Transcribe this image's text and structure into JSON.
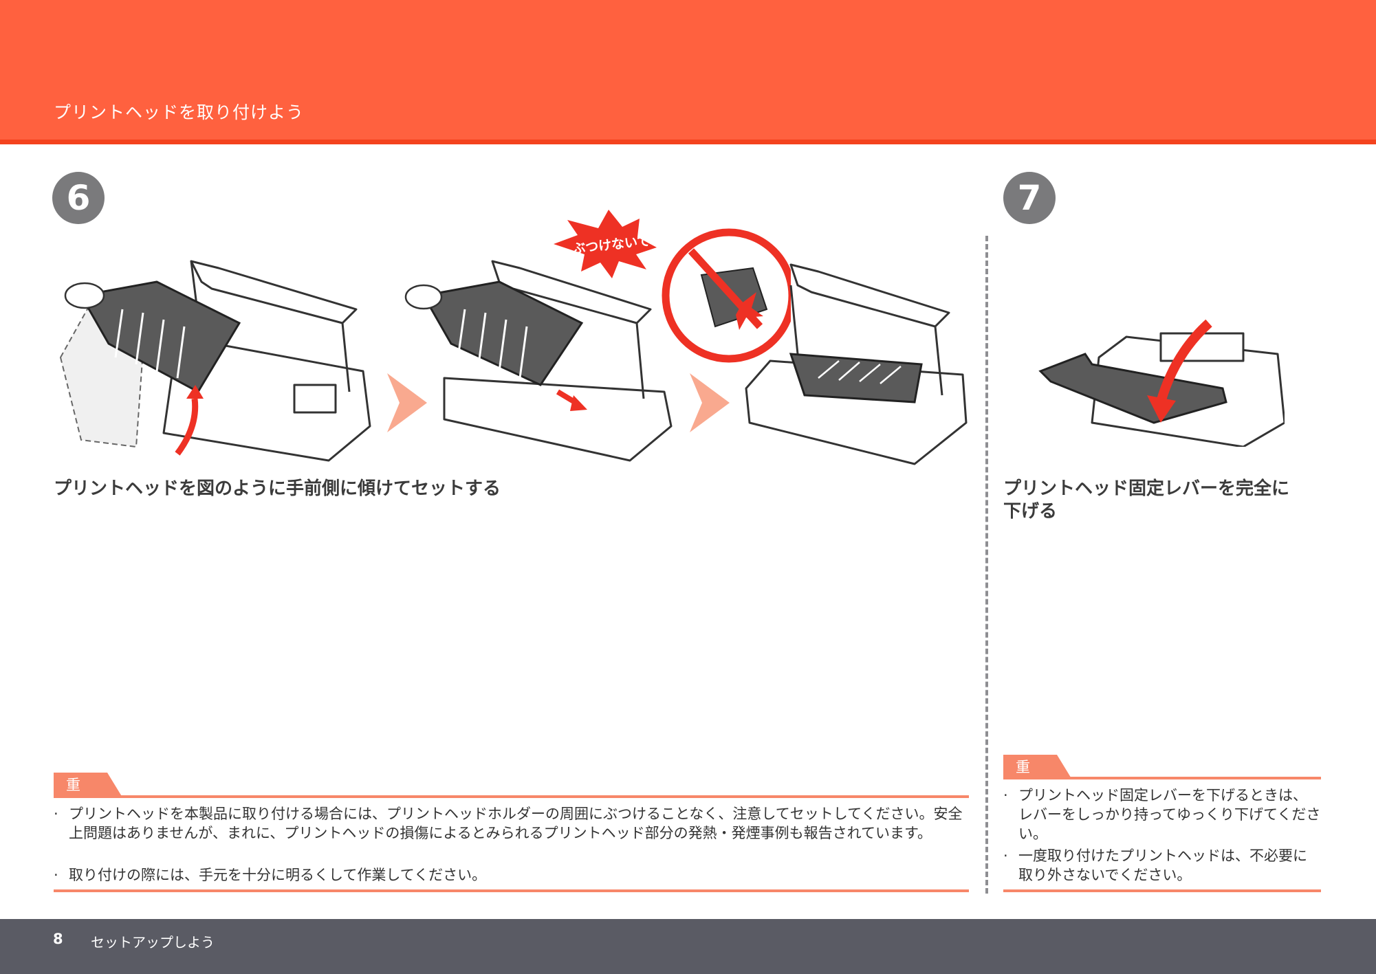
{
  "header": {
    "title": "プリントヘッドを取り付けよう"
  },
  "step6": {
    "number": "6",
    "title": "プリントヘッドを図のように手前側に傾けてセットする",
    "callout": "ぶつけないで!",
    "important_label": "重 要",
    "notes": [
      "プリントヘッドを本製品に取り付ける場合には、プリントヘッドホルダーの周囲にぶつけることなく、注意してセットしてください。安全上問題はありませんが、まれに、プリントヘッドの損傷によるとみられるプリントヘッド部分の発熱・発煙事例も報告されています。",
      "取り付けの際には、手元を十分に明るくして作業してください。"
    ]
  },
  "step7": {
    "number": "7",
    "title": "プリントヘッド固定レバーを完全に下げる",
    "important_label": "重 要",
    "notes": [
      "プリントヘッド固定レバーを下げるときは、レバーをしっかり持ってゆっくり下げてください。",
      "一度取り付けたプリントヘッドは、不必要に取り外さないでください。"
    ]
  },
  "footer": {
    "page": "8",
    "title": "セットアップしよう"
  },
  "colors": {
    "header": "#ff613f",
    "accent": "#f78769",
    "warning_red": "#ee3124",
    "badge": "#7a7a7c",
    "footer": "#5a5b64"
  }
}
